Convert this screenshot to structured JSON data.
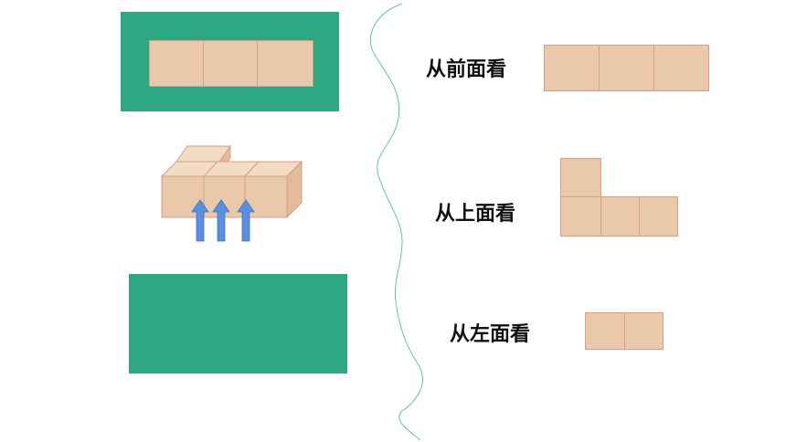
{
  "labels": {
    "front": "从前面看",
    "top": "从上面看",
    "left": "从左面看"
  },
  "colors": {
    "board": "#2da883",
    "cube_face": "#e9c9a9",
    "cube_top": "#f3dcc6",
    "cube_side": "#e2bc98",
    "cube_edge": "#d99c87",
    "arrow": "#5b8fdf",
    "divider": "#58c9a4"
  },
  "icons": {
    "arrow": "arrow-up-icon"
  }
}
